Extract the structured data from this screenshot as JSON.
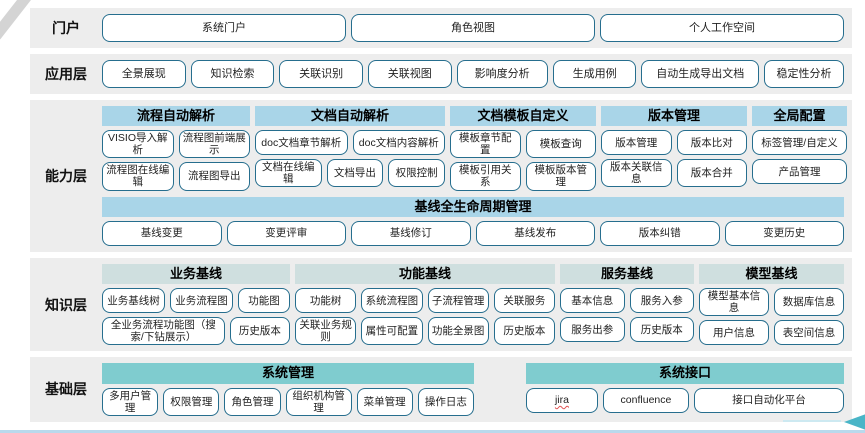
{
  "colors": {
    "chip_border": "#266e8e",
    "band_background": "#ededed",
    "capability_header": "#a9d5e8",
    "knowledge_header": "#cfdfdf",
    "foundation_header": "#7fcccf",
    "bottom_line": "#b9d9ec",
    "arrow": "#4ab5c7",
    "misspell_underline": "#e05252"
  },
  "portal": {
    "label": "门户",
    "buttons": [
      "系统门户",
      "角色视图",
      "个人工作空间"
    ]
  },
  "application": {
    "label": "应用层",
    "buttons": [
      "全景展现",
      "知识检索",
      "关联识别",
      "关联视图",
      "影响度分析",
      "生成用例",
      "自动生成导出文档",
      "稳定性分析"
    ]
  },
  "capability": {
    "label": "能力层",
    "groups": [
      {
        "title": "流程自动解析",
        "rows": [
          [
            "VISIO导入解析",
            "流程图前端展示"
          ],
          [
            "流程图在线编辑",
            "流程图导出"
          ]
        ]
      },
      {
        "title": "文档自动解析",
        "rows": [
          [
            "doc文档章节解析",
            "doc文档内容解析"
          ],
          [
            "文档在线编辑",
            "文档导出",
            "权限控制"
          ]
        ]
      },
      {
        "title": "文档模板自定义",
        "rows": [
          [
            "模板章节配置",
            "模板查询"
          ],
          [
            "模板引用关系",
            "模板版本管理"
          ]
        ]
      },
      {
        "title": "版本管理",
        "rows": [
          [
            "版本管理",
            "版本比对"
          ],
          [
            "版本关联信息",
            "版本合并"
          ]
        ]
      },
      {
        "title": "全局配置",
        "rows": [
          [
            "标签管理/自定义"
          ],
          [
            "产品管理"
          ]
        ]
      }
    ],
    "baseline": {
      "title": "基线全生命周期管理",
      "buttons": [
        "基线变更",
        "变更评审",
        "基线修订",
        "基线发布",
        "版本纠错",
        "变更历史"
      ]
    }
  },
  "knowledge": {
    "label": "知识层",
    "groups": [
      {
        "title": "业务基线",
        "rows": [
          [
            "业务基线树",
            "业务流程图",
            "功能图"
          ],
          [
            "全业务流程功能图（搜索/下钻展示）",
            "历史版本"
          ]
        ]
      },
      {
        "title": "功能基线",
        "rows": [
          [
            "功能树",
            "系统流程图",
            "子流程管理",
            "关联服务"
          ],
          [
            "关联业务规则",
            "属性可配置",
            "功能全景图",
            "历史版本"
          ]
        ]
      },
      {
        "title": "服务基线",
        "rows": [
          [
            "基本信息",
            "服务入参"
          ],
          [
            "服务出参",
            "历史版本"
          ]
        ]
      },
      {
        "title": "模型基线",
        "rows": [
          [
            "模型基本信息",
            "数据库信息"
          ],
          [
            "用户信息",
            "表空间信息"
          ]
        ]
      }
    ]
  },
  "foundation": {
    "label": "基础层",
    "groups": [
      {
        "title": "系统管理",
        "buttons": [
          "多用户管理",
          "权限管理",
          "角色管理",
          "组织机构管理",
          "菜单管理",
          "操作日志"
        ]
      },
      {
        "title": "系统接口",
        "buttons": [
          "jira",
          "confluence",
          "接口自动化平台"
        ]
      }
    ]
  }
}
